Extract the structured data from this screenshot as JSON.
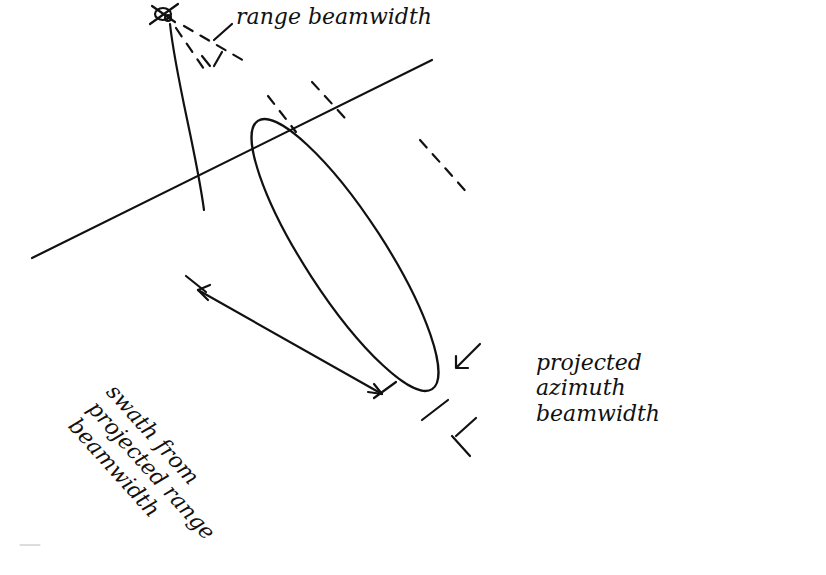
{
  "diagram": {
    "labels": [
      "range beamwidth",
      "swath from projected range beamwidth",
      "projected azimuth beamwidth"
    ]
  }
}
